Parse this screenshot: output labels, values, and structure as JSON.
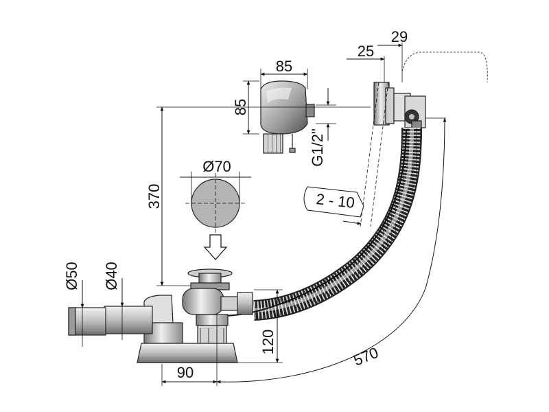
{
  "dimensions": {
    "overflow_width": "85",
    "overflow_height": "85",
    "thread": "G1/2\"",
    "cap_diameter": "Ø70",
    "height_370": "370",
    "offset_25": "25",
    "offset_29": "29",
    "wall_range": "2 - 10",
    "pipe_50": "Ø50",
    "pipe_40": "Ø40",
    "drain_height": "120",
    "drain_offset": "90",
    "cable_length": "570"
  },
  "colors": {
    "line": "#111111",
    "metal_dark": "#555555",
    "metal_light": "#c8c8c8",
    "cap": "#b4b4b4"
  }
}
